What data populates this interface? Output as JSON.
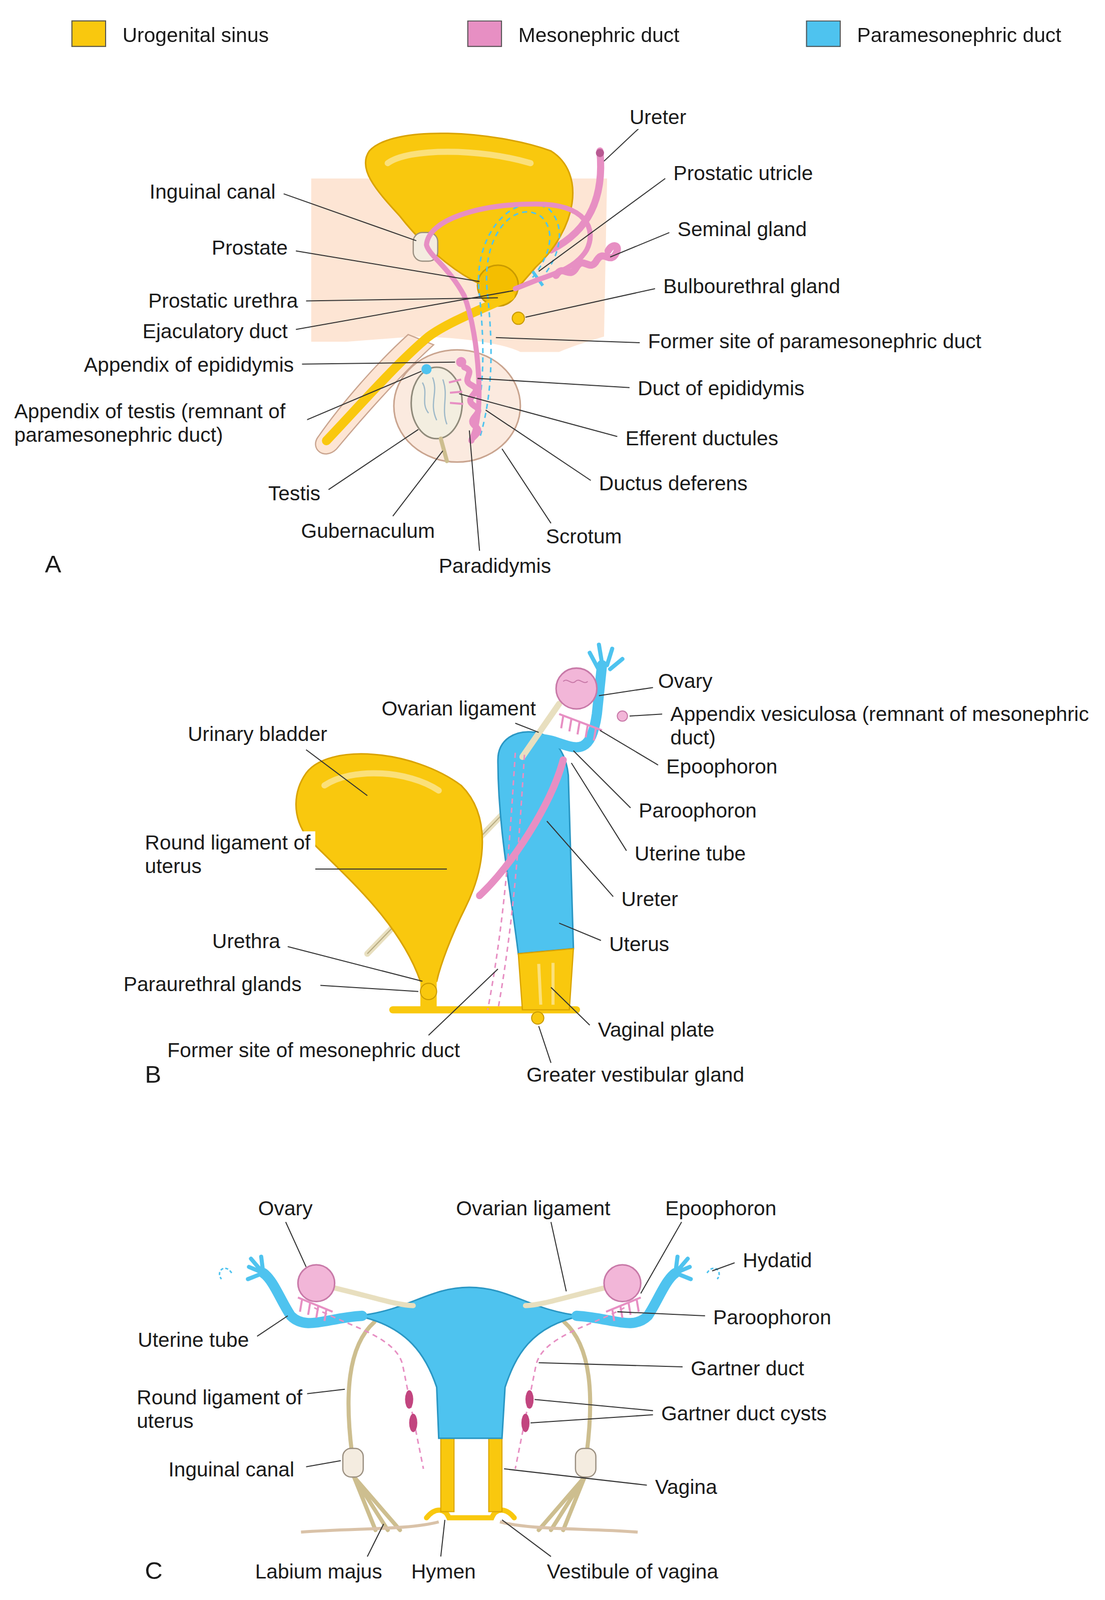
{
  "diagram": {
    "labels": [
      "Ureter",
      "Inguinal canal",
      "Prostatic utricle",
      "Seminal gland",
      "Prostate",
      "Bulbourethral gland",
      "Prostatic urethra",
      "Ejaculatory duct",
      "Former site of paramesonephric duct",
      "Appendix of epididymis",
      "Duct of epididymis",
      "Appendix of testis (remnant of paramesonephric duct)",
      "Efferent ductules",
      "Ductus deferens",
      "Testis",
      "Scrotum",
      "Gubernaculum",
      "Paradidymis",
      "A",
      "Ovary",
      "Ovarian ligament",
      "Appendix vesiculosa (remnant of mesonephric duct)",
      "Urinary bladder",
      "Epoophoron",
      "Paroophoron",
      "Round ligament of uterus",
      "Uterine tube",
      "Ureter",
      "Uterus",
      "Urethra",
      "Paraurethral glands",
      "Vaginal plate",
      "Former site of mesonephric duct",
      "Greater vestibular gland",
      "B",
      "Ovary",
      "Ovarian ligament",
      "Epoophoron",
      "Hydatid",
      "Uterine tube",
      "Paroophoron",
      "Gartner duct",
      "Round ligament of uterus",
      "Gartner duct cysts",
      "Inguinal canal",
      "Vagina",
      "Labium majus",
      "Hymen",
      "Vestibule of vagina",
      "C"
    ],
    "legend": [
      {
        "text": "Urogenital sinus",
        "color": "#F9C80E"
      },
      {
        "text": "Mesonephric duct",
        "color": "#E78FC3"
      },
      {
        "text": "Paramesonephric duct",
        "color": "#4EC3EF"
      }
    ]
  }
}
